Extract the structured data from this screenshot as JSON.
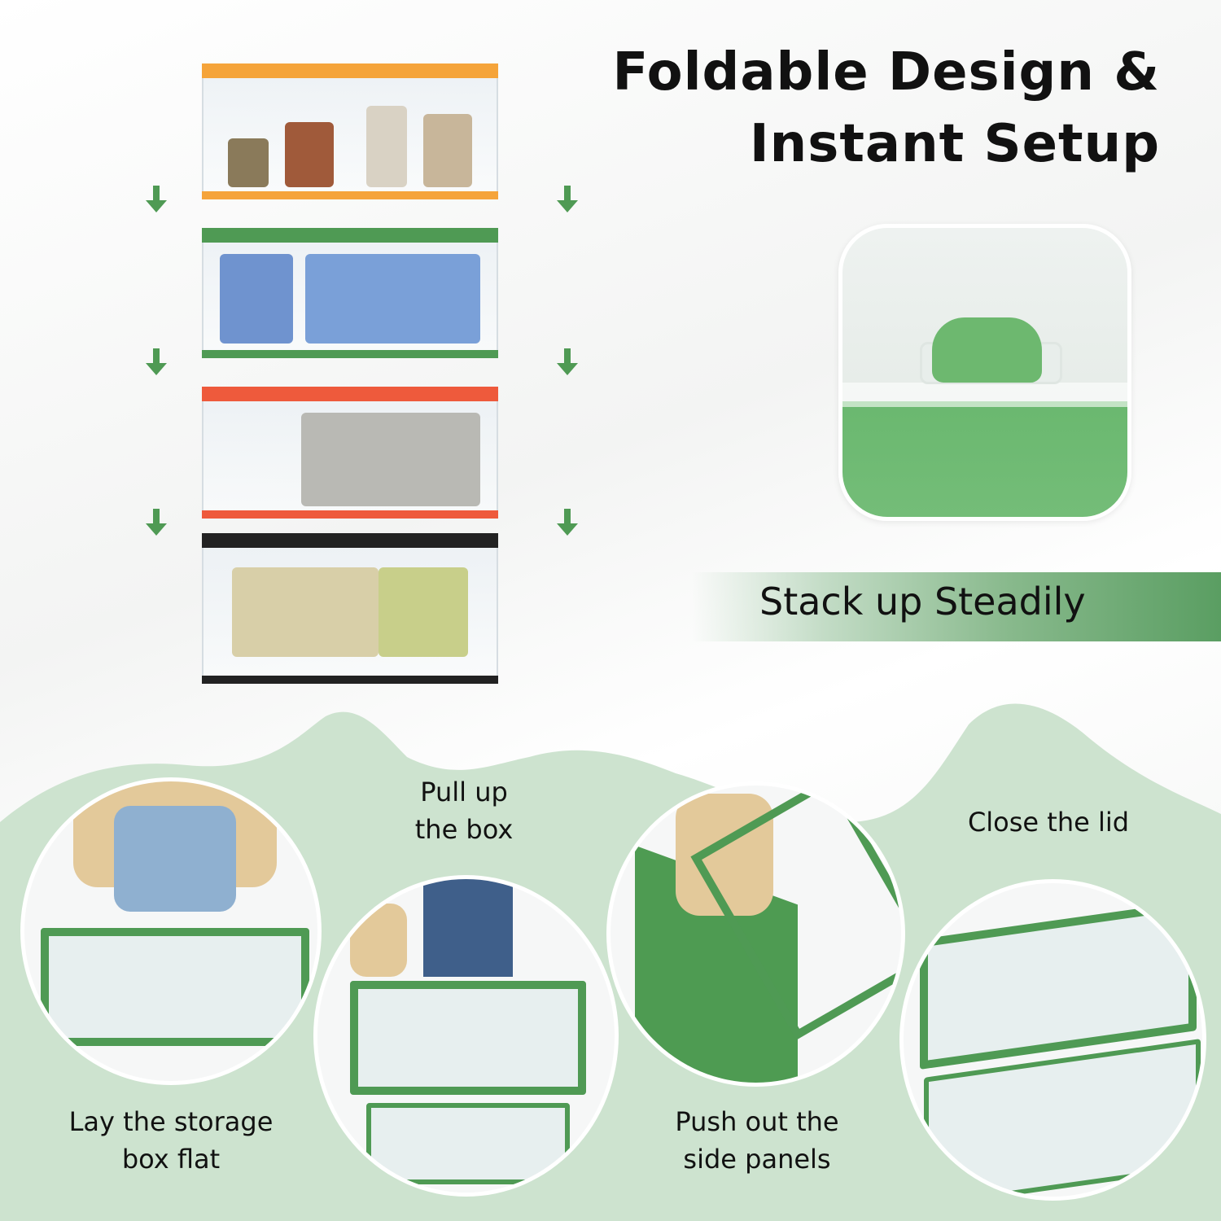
{
  "header": {
    "title_line1": "Foldable Design &",
    "title_line2": "Instant Setup"
  },
  "banner": {
    "label": "Stack up Steadily"
  },
  "steps": [
    {
      "label_line1": "Lay the storage",
      "label_line2": "box flat"
    },
    {
      "label_line1": "Pull up",
      "label_line2": "the box"
    },
    {
      "label_line1": "Push out the",
      "label_line2": "side panels"
    },
    {
      "label_line1": "Close the lid"
    }
  ],
  "colors": {
    "orange": "#f5a43a",
    "green": "#4f9a54",
    "red": "#ee5a3c",
    "black": "#222222",
    "mint": "#cde3cf",
    "arrow": "#4f9a54"
  }
}
